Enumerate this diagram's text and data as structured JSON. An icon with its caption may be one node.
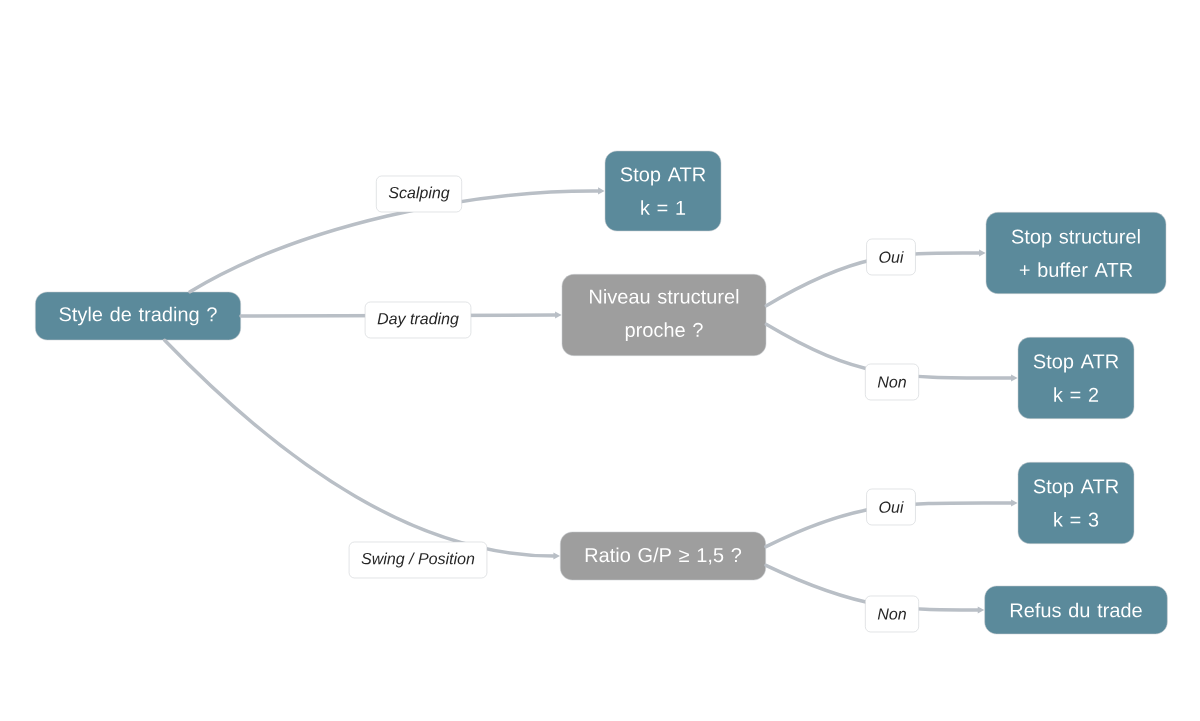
{
  "diagram": {
    "nodes": [
      {
        "text": [
          "Style de trading ?"
        ]
      },
      {
        "text": [
          "Stop ATR k = 1"
        ]
      },
      {
        "text": [
          "Niveau structurel proche ?"
        ]
      },
      {
        "text": [
          "Stop structurel + buffer ATR"
        ]
      },
      {
        "text": [
          "Stop ATR k = 2"
        ]
      },
      {
        "text": [
          "Ratio G/P ≥ 1,5 ?"
        ]
      },
      {
        "text": [
          "Stop ATR k = 3"
        ]
      },
      {
        "text": [
          "Refus du trade"
        ]
      }
    ],
    "edges": [
      {
        "from": 0,
        "to": 1,
        "arrow": "to",
        "label": "Scalping"
      },
      {
        "from": 0,
        "to": 2,
        "arrow": "to",
        "label": "Day trading"
      },
      {
        "from": 0,
        "to": 5,
        "arrow": "to",
        "label": "Swing / Position"
      },
      {
        "from": 2,
        "to": 3,
        "arrow": "to",
        "label": "Oui"
      },
      {
        "from": 2,
        "to": 4,
        "arrow": "to",
        "label": "Non"
      },
      {
        "from": 5,
        "to": 6,
        "arrow": "to",
        "label": "Oui"
      },
      {
        "from": 5,
        "to": 7,
        "arrow": "to",
        "label": "Non"
      }
    ]
  }
}
